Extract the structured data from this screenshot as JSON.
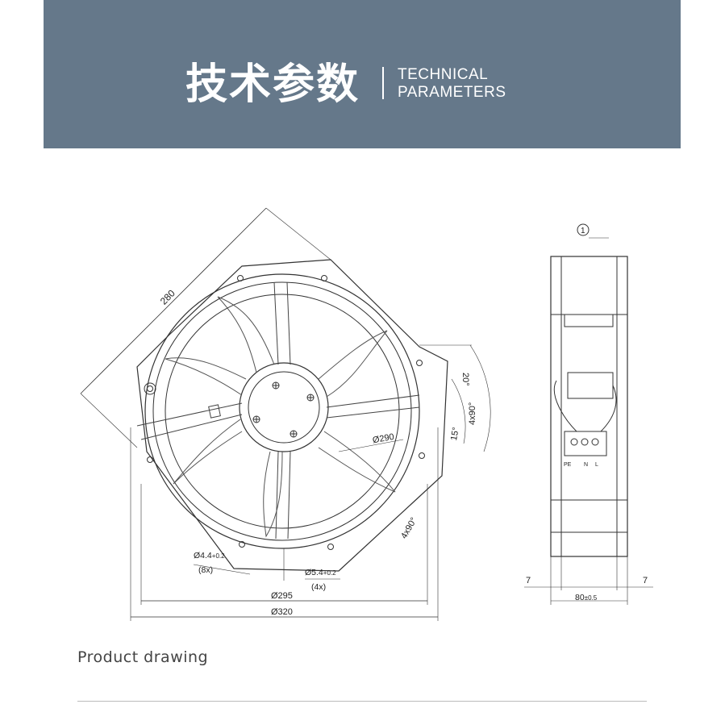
{
  "header": {
    "title_cn": "技术参数",
    "title_en_line1": "TECHNICAL",
    "title_en_line2": "PARAMETERS",
    "bg_color": "#65788a"
  },
  "front_view": {
    "dim_280": "280",
    "dim_290": "Ø290",
    "dim_295": "Ø295",
    "dim_320": "Ø320",
    "hole_small": "Ø4.4",
    "hole_small_tol": "+0.2",
    "hole_small_qty": "(8x)",
    "hole_large": "Ø5.4",
    "hole_large_tol": "+0.2",
    "hole_large_qty": "(4x)",
    "angle_20": "20°",
    "angle_4x90_upper": "4x90°",
    "angle_15": "15°",
    "angle_4x90_lower": "4x90°"
  },
  "side_view": {
    "marker": "1",
    "terminal_pe": "PE",
    "terminal_n": "N",
    "terminal_l": "L",
    "dim_left": "7",
    "dim_right": "7",
    "dim_depth": "80",
    "dim_depth_tol": "±0.5"
  },
  "caption": "Product drawing"
}
